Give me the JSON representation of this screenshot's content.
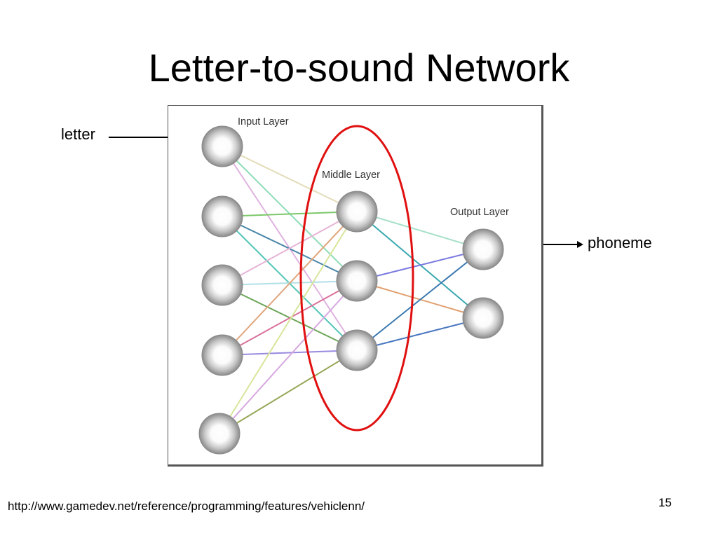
{
  "slide": {
    "title": "Letter-to-sound Network",
    "input_label": "letter",
    "output_label": "phoneme",
    "source_url": "http://www.gamedev.net/reference/programming/features/vehiclenn/",
    "page_number": "15"
  },
  "network": {
    "layers": [
      {
        "id": "input",
        "label": "Input Layer",
        "node_count": 5
      },
      {
        "id": "middle",
        "label": "Middle Layer",
        "node_count": 3
      },
      {
        "id": "output",
        "label": "Output Layer",
        "node_count": 2
      }
    ],
    "highlight": {
      "layer": "middle",
      "shape": "ellipse",
      "color": "#e01010"
    },
    "node_color": "#8a8a8a",
    "connections": [
      {
        "from": "input.0",
        "to": "middle.0",
        "color": "#e3dcb9"
      },
      {
        "from": "input.0",
        "to": "middle.1",
        "color": "#8ddcb6"
      },
      {
        "from": "input.0",
        "to": "middle.2",
        "color": "#e0b3e0"
      },
      {
        "from": "input.1",
        "to": "middle.0",
        "color": "#7cc86a"
      },
      {
        "from": "input.1",
        "to": "middle.1",
        "color": "#4a86a8"
      },
      {
        "from": "input.1",
        "to": "middle.2",
        "color": "#54c6b7"
      },
      {
        "from": "input.2",
        "to": "middle.0",
        "color": "#e6b3d6"
      },
      {
        "from": "input.2",
        "to": "middle.1",
        "color": "#b0e0e6"
      },
      {
        "from": "input.2",
        "to": "middle.2",
        "color": "#6ea65a"
      },
      {
        "from": "input.3",
        "to": "middle.0",
        "color": "#e0a47a"
      },
      {
        "from": "input.3",
        "to": "middle.1",
        "color": "#d9709a"
      },
      {
        "from": "input.3",
        "to": "middle.2",
        "color": "#9a8ae0"
      },
      {
        "from": "input.4",
        "to": "middle.0",
        "color": "#d6e69a"
      },
      {
        "from": "input.4",
        "to": "middle.1",
        "color": "#d6a8e0"
      },
      {
        "from": "input.4",
        "to": "middle.2",
        "color": "#96a858"
      },
      {
        "from": "middle.0",
        "to": "output.0",
        "color": "#a8e0c8"
      },
      {
        "from": "middle.0",
        "to": "output.1",
        "color": "#3aa8b0"
      },
      {
        "from": "middle.1",
        "to": "output.0",
        "color": "#7878e0"
      },
      {
        "from": "middle.1",
        "to": "output.1",
        "color": "#e0a070"
      },
      {
        "from": "middle.2",
        "to": "output.0",
        "color": "#3a78b0"
      },
      {
        "from": "middle.2",
        "to": "output.1",
        "color": "#4a78c0"
      }
    ]
  }
}
